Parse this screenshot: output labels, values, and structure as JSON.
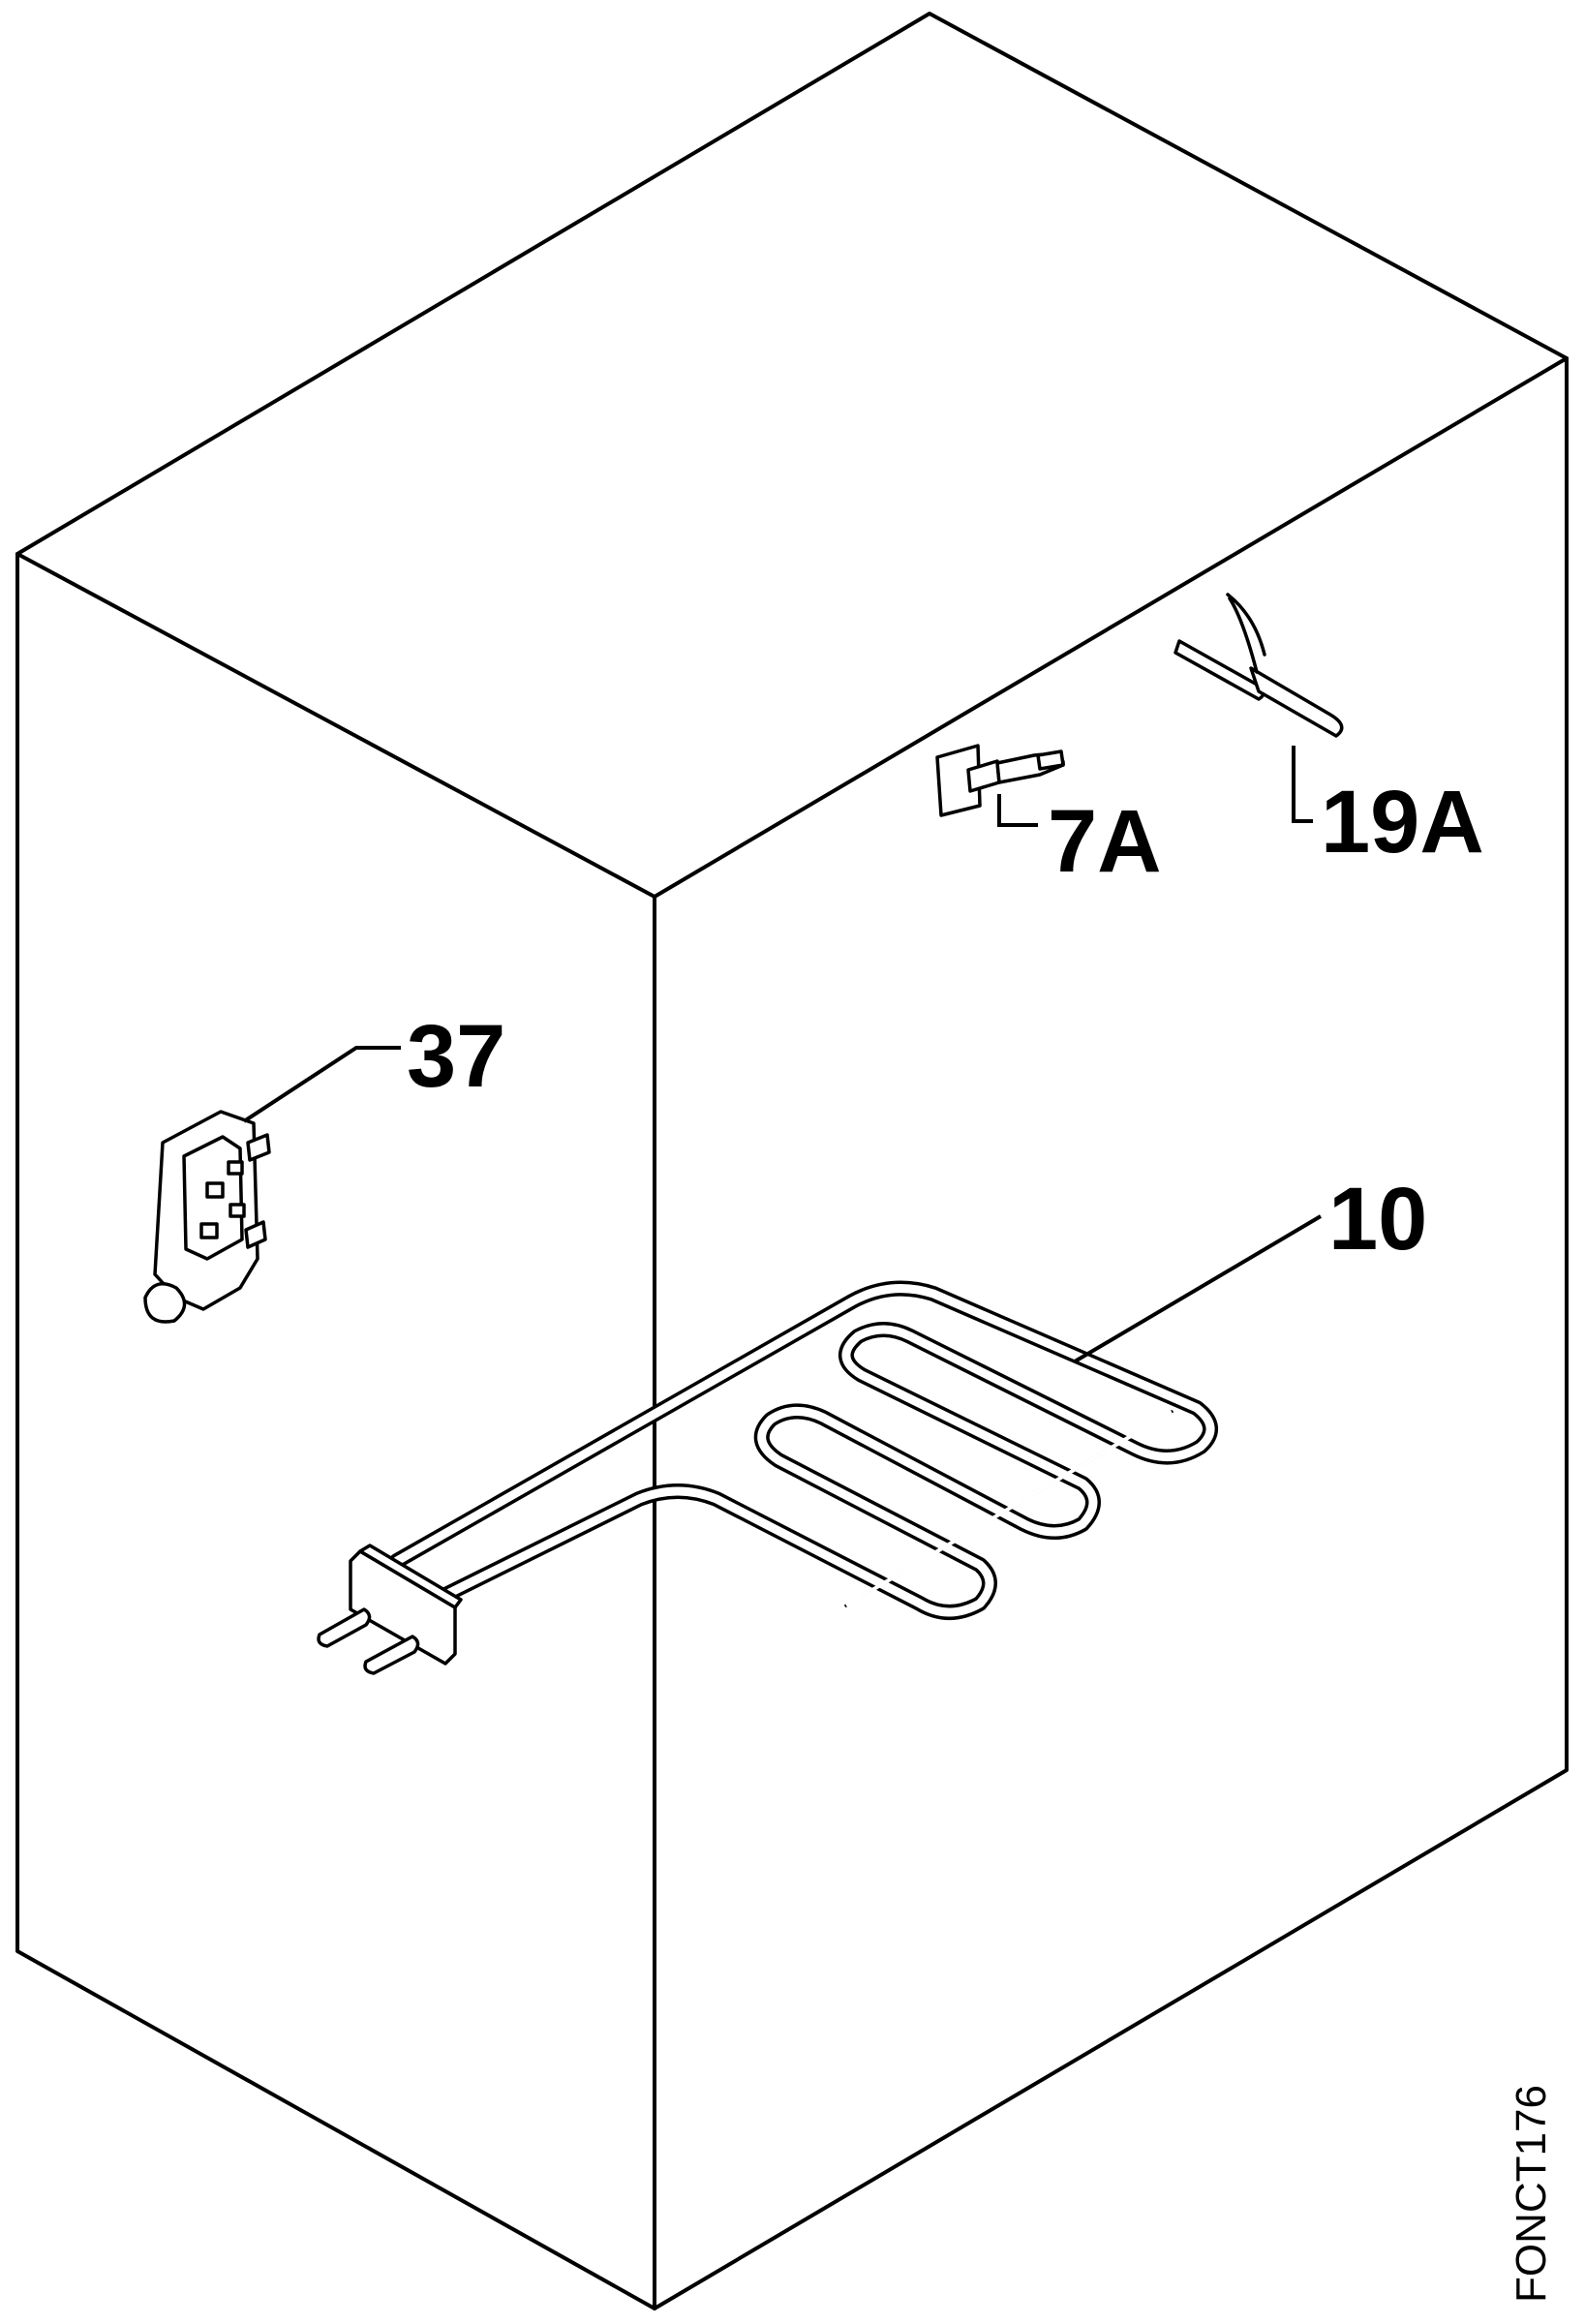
{
  "diagram": {
    "drawing_code": "FONCT176",
    "callouts": [
      {
        "id": "7A",
        "label": "7A"
      },
      {
        "id": "19A",
        "label": "19A"
      },
      {
        "id": "37",
        "label": "37"
      },
      {
        "id": "10",
        "label": "10"
      }
    ]
  }
}
